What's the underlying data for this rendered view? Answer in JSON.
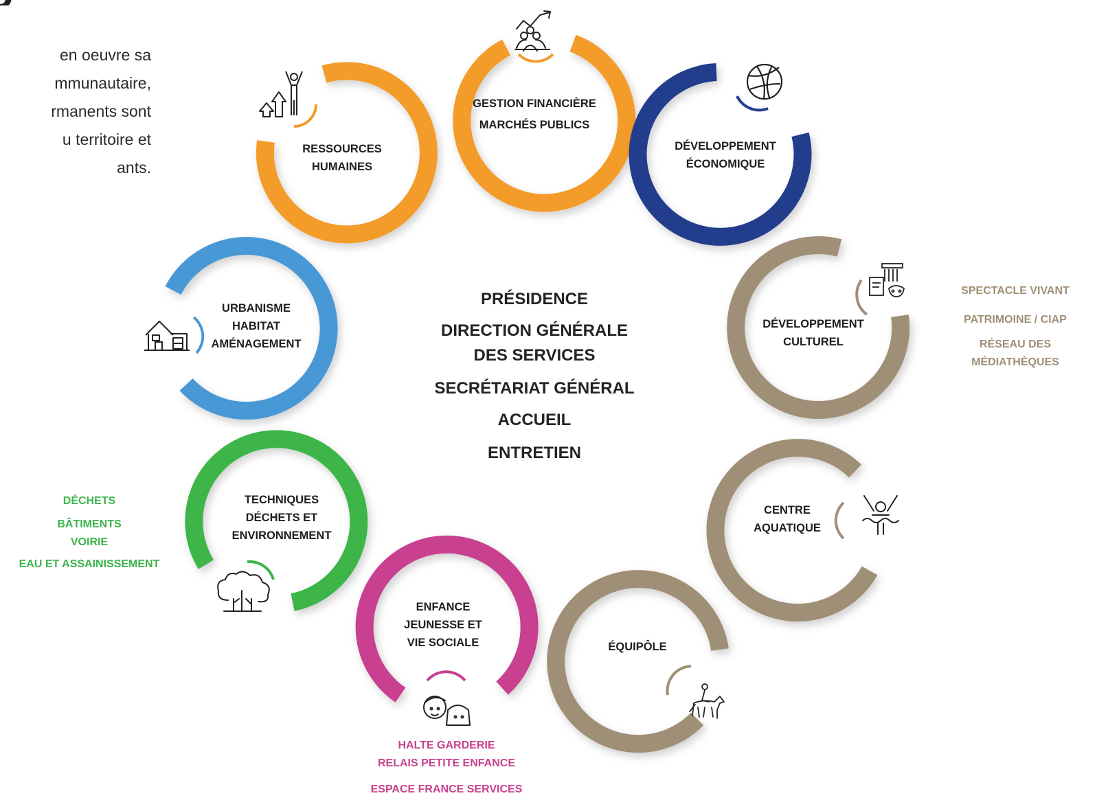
{
  "intro": {
    "heading_fragment": "g",
    "lines": [
      "en oeuvre sa",
      "mmunautaire,",
      "rmanents sont",
      "u territoire et",
      "ants."
    ]
  },
  "center": {
    "presidence": "PRÉSIDENCE",
    "dgs_1": "DIRECTION GÉNÉRALE",
    "dgs_2": "DES SERVICES",
    "secretariat": "SECRÉTARIAT GÉNÉRAL",
    "accueil": "ACCUEIL",
    "entretien": "ENTRETIEN"
  },
  "colors": {
    "orange": "#f39c2a",
    "navy": "#243d8c",
    "tan": "#a08f77",
    "blue": "#4a98d6",
    "green": "#3cb54a",
    "magenta": "#c8418f"
  },
  "services": {
    "gestion": {
      "line1": "GESTION FINANCIÈRE",
      "line2": "MARCHÉS PUBLICS",
      "icon": "finance-growth-icon"
    },
    "rh": {
      "line1": "RESSOURCES",
      "line2": "HUMAINES",
      "icon": "people-growth-icon"
    },
    "eco": {
      "line1": "DÉVELOPPEMENT",
      "line2": "ÉCONOMIQUE",
      "icon": "globe-icon"
    },
    "culture": {
      "line1": "DÉVELOPPEMENT",
      "line2": "CULTUREL",
      "icon": "culture-icon"
    },
    "aqua": {
      "line1": "CENTRE",
      "line2": "AQUATIQUE",
      "icon": "swimmer-icon"
    },
    "equi": {
      "line1": "ÉQUIPÔLE",
      "icon": "horse-rider-icon"
    },
    "enfance": {
      "line1": "ENFANCE",
      "line2": "JEUNESSE ET",
      "line3": "VIE SOCIALE",
      "icon": "children-icon"
    },
    "tech": {
      "line1": "TECHNIQUES",
      "line2": "DÉCHETS ET",
      "line3": "ENVIRONNEMENT",
      "icon": "trees-icon"
    },
    "urba": {
      "line1": "URBANISME",
      "line2": "HABITAT",
      "line3": "AMÉNAGEMENT",
      "icon": "house-icon"
    }
  },
  "culture_sub": {
    "spectacle": "SPECTACLE VIVANT",
    "patrimoine": "PATRIMOINE / CIAP",
    "reseau_1": "RÉSEAU DES",
    "reseau_2": "MÉDIATHÈQUES"
  },
  "tech_sub": {
    "dechets": "DÉCHETS",
    "batiments": "BÂTIMENTS",
    "voirie": "VOIRIE",
    "eau": "EAU ET ASSAINISSEMENT"
  },
  "enfance_sub": {
    "halte": "HALTE GARDERIE",
    "relais": "RELAIS PETITE ENFANCE",
    "espace": "ESPACE FRANCE SERVICES"
  }
}
